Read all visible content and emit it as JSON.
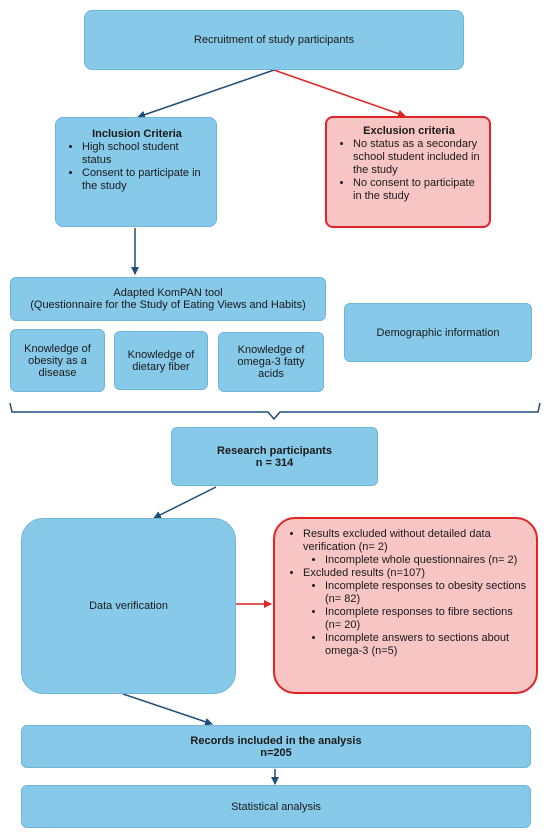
{
  "recruitment": {
    "label": "Recruitment of study participants"
  },
  "inclusion": {
    "title": "Inclusion Criteria",
    "items": [
      "High school student status",
      "Consent to participate in the study"
    ]
  },
  "exclusion": {
    "title": "Exclusion criteria",
    "items": [
      "No status as a secondary school student included in the study",
      "No consent to participate in the study"
    ]
  },
  "tool": {
    "line1": "Adapted KomPAN tool",
    "line2": "(Questionnaire for the Study of Eating Views and Habits)"
  },
  "knowledge": {
    "obesity": "Knowledge of obesity as a disease",
    "fiber": "Knowledge of dietary fiber",
    "omega": "Knowledge of omega-3 fatty acids"
  },
  "demographic": {
    "label": "Demographic information"
  },
  "participants": {
    "title": "Research participants",
    "count": "n = 314"
  },
  "verification": {
    "label": "Data verification"
  },
  "excluded": {
    "group1": "Results excluded without detailed data verification (n= 2)",
    "group1_sub": [
      "Incomplete whole questionnaires (n= 2)"
    ],
    "group2": "Excluded results (n=107)",
    "group2_sub": [
      "Incomplete responses to obesity sections (n= 82)",
      "Incomplete responses to fibre sections (n= 20)",
      "Incomplete answers to sections about omega-3 (n=5)"
    ]
  },
  "records": {
    "title": "Records included in the analysis",
    "count": "n=205"
  },
  "statistical": {
    "label": "Statistical analysis"
  },
  "colors": {
    "box_blue": "#86c9e8",
    "box_red_fill": "#f8c5c5",
    "box_red_border": "#e02424",
    "arrow_blue": "#1f4e79",
    "arrow_red": "#e02424"
  }
}
